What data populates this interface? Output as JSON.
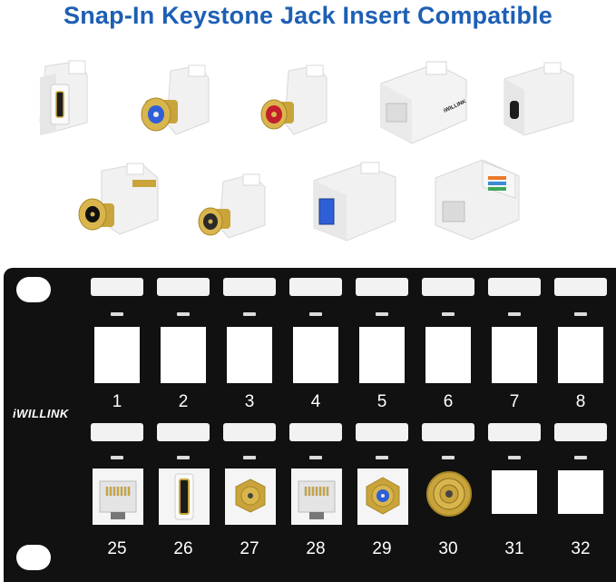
{
  "title": "Snap-In Keystone Jack Insert Compatible",
  "brand": "iWILLINK",
  "module_brand": "iWILLINK",
  "ports_top": [
    "1",
    "2",
    "3",
    "4",
    "5",
    "6",
    "7",
    "8"
  ],
  "ports_bottom": [
    "25",
    "26",
    "27",
    "28",
    "29",
    "30",
    "31",
    "32"
  ],
  "colors": {
    "title": "#1d5fb4",
    "panel": "#111111",
    "gold": "#c9a43b",
    "blue": "#2f5fd6",
    "red": "#c21f2a"
  }
}
